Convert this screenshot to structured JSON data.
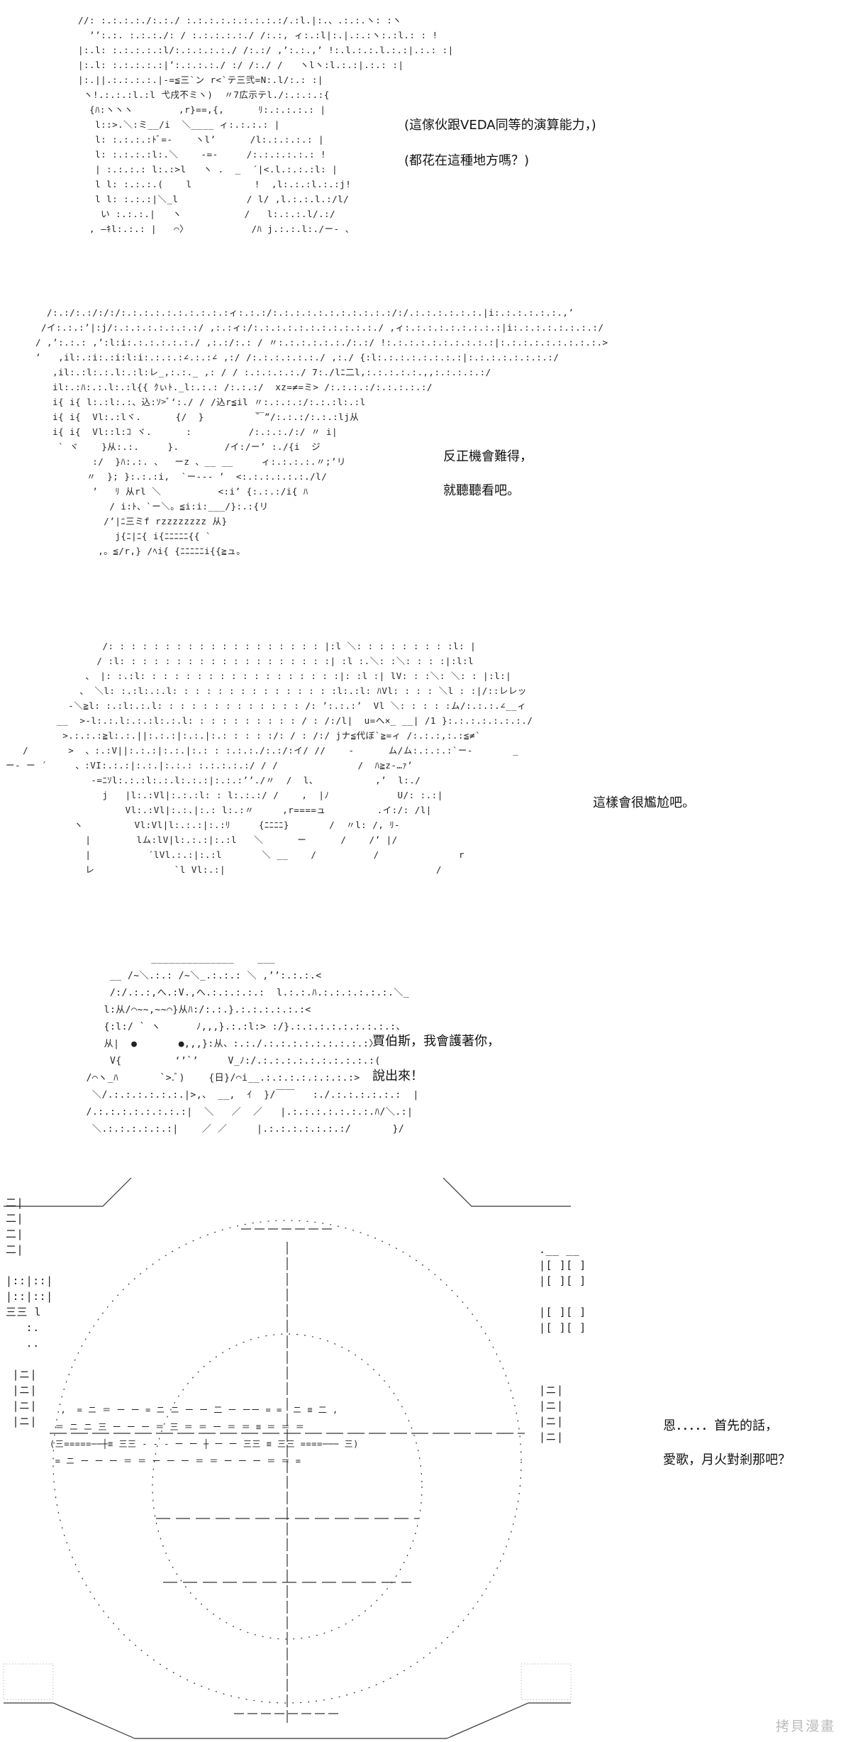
{
  "panels": [
    {
      "art": "//: :.:.:.:./:.:./ :.:.:.:.:.:.:.:.:/.:l.|:.、.:.:.ヽ: :ヽ\n  ’’:.:. :.:.:./: / :.:.:.:.:./ /:.:, ィ:.:l|:.|.:.:ヽ:.:l.: : !\n|:.l: :.:.:.:.:l/:.:.:.:.:./ /:.:/ ,’:.:.,’ !:.l.:.:.l.:.:|.:.: :|\n|:.l: :.:.:.:.:|’:.:.:.:./ :/ /:./ /   ヽlヽ:l.:.:|.:.: :|\n|:.||.:.:.:.:.|-=≦三`ン r<`テ三弐=N:.l/:.: :|\n ヽ!.:.:.:l.:l 弋戌不ミヽ)  〃7広示テl./:.:.:.:{\n  {ﾊ:ヽヽヽ        ,r}==,{,      ﾘ:.:.:.:.: |\n   l::>.＼:ミ__/i  ＼____ ィ:.:.:.: |\n   l: :.:.:.:ﾄﾞ=-    ヽl’      /l:.:.:.:.: |\n   l: :.:.:.:l:.＼    -=-     /:.:.:.:.:.: !\n   | :.:.:.: l:.:>l   ヽ .  _  ´|<.l.:.:.:l: |\n   l l: :.:.:.(    l           !  ,l:.:.:l.:.:j!\n   l l: :.:.:|＼_l            / l/ ,l.:.:.l.:/l/\n    い :.:.:.|   ヽ           /   l:.:.:.l/.:/\n  , ―ｷl:.:.: |   ⌒〉           /ﾊ j.:.:.l:./ー- 、",
      "lines": [
        "(這傢伙跟VEDA同等的演算能力，)",
        "(都花在這種地方嗎？)"
      ]
    },
    {
      "art": "  /:.:/:.:/:/:/:.:.:.:.:.:.:.:.:.:ィ:.:.:/:.:.:.:.:.:.:.:.:.:.:/:/.:.:.:.:.:.:.|i:.:.:.:.:.:.,’\n /イ:.:.:’|:j/:.:.:.:.:.:.:.:/ ,:.:ィ:/:.:.:.:.:.:.:.:.:.:.:./ ,ィ:.:.:.:.:.:.:.:.:|i:.:.:.:.:.:.:.:/\n/ ,’:.:.: ,’:l:i:.:.:.:.:.:./ ,:.:/:.: / 〃:.:.:.:.:.:./:.:/ !:.:.:.:.:.:.:.:.:.:|:.:.:.:.:.:.:.:.:.>\n’   ,il:.:i:.:i:l:i:.:.:.:∠.:.:∠ ,:/ /:.:.:.:.:.:./ ,:./ {:l:.:.:.:.:.:.:.:|:.:.:.:.:.:.:.:/\n   ,il:.:l:.:.l:.:l:レ_,:.:._ ,: / / :.:.:.:.:./ 7:./lﾆ二l,:.:.:.:.:.,,:.:.:.:.:/\n   il:.:ﾊ:.:.l:.:l{{ ｸぃﾄ._l:.:.: /:.:.:/  xz=≠=ミ> /:.:.:.:/:.:.:.:.:/\n   i{ i{ l:.:l:.:、込:ｿ>ﾞ‘:./ / /込r≦il 〃:.:.:.:/:.:.:l:.:l\n   i{ i{  Vl:.:lヾ.      {/  }         ̄￣”/:.:.:/:.:.:lj从\n   i{ i{  Vl::l:ｺ ヾ.      :          /:.:.:./:/ 〃 i|\n    ` ヾ    }从:.:.     }.        /イ:/ー’ :./{i  ジ\n          :/  }ﾊ:.:. 、  ーz 、__ __     ィ:.:.:.:.〃;’リ\n         〃  }; }:.:.:i,  `ー-‐‐ ’  <:.:.:.:.:.:./l/\n          ’   ﾘ 从rl ＼          <:i’ {:.:.:/i{ ﾊ\n             / i:ﾄ、`ー＼。≦i:i:___/}:.:{リ\n            /’|ﾆ三ミf rzzzzzzzz 从}\n              j{ﾆ|ﾆ{ i{ﾆﾆﾆﾆﾆ{{ `\n           ,。≦/r,} /ﾍi{ {ﾆﾆﾆﾆﾆi{{≧ュ。",
      "lines": [
        "反正機會難得，",
        "就聽聽看吧。"
      ]
    },
    {
      "art": "                  /: : : : : : : : : : : : : : : : : : : |:l ＼: : : : : : : : :l: |\n                 / :l: : : : : : : : : : : : : : : : : : :| :l :.＼: :＼: : : :|:l:l\n               、 |: :.:l: : : : : : : : : : : : : : : : : :|: :l :| lV: : :＼: ＼: : |:l:|\n              、 ＼l: :.:l:.:.l: : : : : : : : : : : : : : :l:.:l: ﾊVl: : : : ＼l : :|/::レレッ\n            -＼≧l: :.:l:.:.l: : : : : : : : : : : : : /: ’:.:.:’  Vl ＼: : : : :ム/:.:.:.∠__ィ\n          __  >-l:.:.l:.:.:l:.:.l: : : : : : : : : : / : /:/l|  u=へ×_ __| /1 }:.:.:.:.:.:.:./\n           >.:.:.:≧l:.:.||:.:.:|:.:.|:.: : : : :/: / : /:/ jナ≦代ぼ`≧=ィ /:.:.:,:.:≦≠`\n    /       >  、:.:V||:.:.:|:.:.|:.: : :.:.:./:.:/:イ/ //    -      ム/ム:.:.:.:`ー-       _\n ー- ー ´     、:VI:.:.:|:.:.|:.:.: :.:.:.:.:/ / /              /  ﾊ≧z-…ｧ’\n                -=ﾆｿl:.:.:l:.:.l:.:.:|:.:.:’’./〃  /  l、          ,’  l:./\n                  j   |l:.:Vl|:.:.:l: : l:.:.:/ /    ,  |ﾉ            U/: :.:|\n                      Vl:.:Vl|:.:.|:.: l:.:〃     ,r====ュ         .イ:/: /l|\n             ヽ         Vl:Vl|l:.:.:|:.:ﾘ     {ﾆﾆﾆﾆ}       /  〃l: /, ﾘ-\n               |        lム:lV|l:.:.:|:.:l   ＼      ー      /    /’ |/\n               |          ´lVl.:.:|:.:l       ＼ __    /          /              r\n               レ              `l Vl:.:|                                     /",
      "lines": [
        "這樣會很尷尬吧。"
      ]
    },
    {
      "art": "             ______________    ___\n      __ /~＼.:.: /~＼_.:.:.: ＼ ,’’:.:.:.<\n      /:/.:.:,へ.:V.,へ.:.:.:.:.:  l.:.:.ﾊ.:.:.:.:.:.:.＼_\n     l:从/⌒~~,~~⌒}从ﾊ:/:.:.}.:.:.:.:.:.:<\n     {:l:/ ` ヽ      ﾉ,,,}.:.:l:> :/}.:.:.:.:.:.:.:.:.:、\n     从|  ●       ●,,,}:从、:.:./.:.:.:.:.:.:.:.:.:〉\n      V{         ‘’`’     V_ﾉ:/.:.:.:.:.:.:.:.:.:.:(\n  /⌒ヽ_ﾊ       `>.ﾞ)    {日}/⌒i__.:.:.:.:.:.:.:.:>\n   ＼/.:.:.:.:.:.:.|>,、 __,  ｲ  }/￣￣   :./.:.:.:.:.:.:  |\n  /.:.:.:.:.:.:.:.:|  ＼   ／  ／   |.:.:.:.:.:.:.:.ﾊ/＼.:|\n   ＼.:.:.:.:.:.:|    ／ ／     |.:.:.:.:.:.:.:/       }/",
      "lines": [
        "賈伯斯，我會護著你，",
        "說出來！"
      ]
    },
    {
      "art_left": "\n\n二|\n二|\n二|\n二|\n\n|::|::|\n|::|::|\n三三 l\n   :.\n   ..\n\n |ニ|\n |ニ|\n |ニ|\n |ニ|",
      "art_right": "\n\n\n\n\n.__ __\n|[ ][ ]\n|[ ][ ]\n\n|[ ][ ]\n|[ ][ ]\n\n\n\n|ニ|\n|ニ|\n|ニ|\n|ニ|",
      "art_center": "  ,  = ニ ＝ ー ー = ニ ニ ー ー 二 ー ーー = =  ニ ≡ 二 ,\n ＝ ニ ニ 三 ー ー ー ＝ 三 ＝ ＝ ー ＝ ＝ ≡ ＝ ＝ ＝ \n(三=====──┼≡ 三三 - - - ー ー ┼ ー ー 三三 ≡ 三三 ====─── 三)\n = ニ ー ー ー ＝ ＝ ー ー ー ＝ ＝ ー ー ー ＝ ＝ = ",
      "lines": [
        "恩．．．．．首先的話，",
        "愛歌，月火對剎那吧？"
      ]
    }
  ],
  "watermark": "拷貝漫畫"
}
